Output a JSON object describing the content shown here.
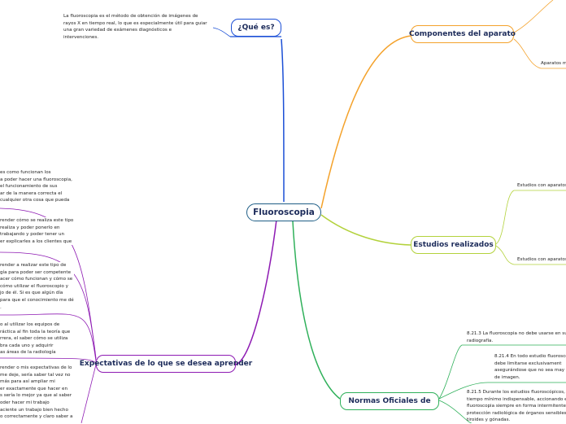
{
  "central": {
    "label": "Fluoroscopia"
  },
  "branches": {
    "que_es": {
      "label": "¿Qué es?",
      "text": "La fluoroscopia es el método de obtención de imágenes de\nrayos X en tiempo real, lo que es especialmente útil para guiar\nuna gran variedad de exámenes diagnósticos e\nintervenciones.",
      "color": "#1b4fd6"
    },
    "componentes": {
      "label": "Componentes del aparato",
      "subtopic": "Aparatos m",
      "color": "#f4a22b"
    },
    "estudios": {
      "label": "Estudios realizados",
      "items": [
        "Estudios con aparatos",
        "Estudios con aparatos"
      ],
      "color": "#b3d23c"
    },
    "normas": {
      "label": "Normas Oficiales de",
      "items": [
        "8.21.3 La fluoroscopia no debe usarse en su\nradiografía.",
        "8.21.4 En todo estudio fluorosco\ndebe limitarse exclusivament\nasegurándose que no sea may\nde imagen.",
        "8.21.5 Durante los estudios fluoroscópicos, s\ntiempo mínimo indispensable, accionando e\nfluoroscopia siempre en forma intermitente\nprotección radiológica de órganos sensibles\ntiroides y gónadas."
      ],
      "color": "#2fb05a"
    },
    "expectativas": {
      "label": "Expectativas de lo que se desea aprender",
      "items": [
        "es como funcionan los\na poder hacer una fluoroscopia,\nel funcionamiento de sus\nar de la manera correcta el\ncualquier otra cosa que pueda",
        "render cómo se realiza este tipo\nrealiza y poder ponerlo en\ntrabajando y poder tener un\ner explicarles a los clientes que",
        "render a realizar este tipo de\ngía para poder ser competente\nacer cómo funcionan y cómo se\ncómo utilizar el fluoroscopio y\njo de él. Si es que algún día\npara que el conocimiento me dé\n.",
        "o al utilizar los equipos de\nráctica al fin toda la teoría que\nrrera, el saber cómo se utiliza\nbra cada uno y adquirir\nas áreas de la radiología",
        "render o mis expectativas de lo\nme deje, sería saber tal vez no\nmás para así ampliar mi\ner exactamente que hacer en\ns sería lo mejor ya que al saber\noder hacer mi trabajo\naciente un trabajo bien hecho\no correctamente y claro saber a"
      ],
      "color": "#8e1bb3"
    }
  }
}
